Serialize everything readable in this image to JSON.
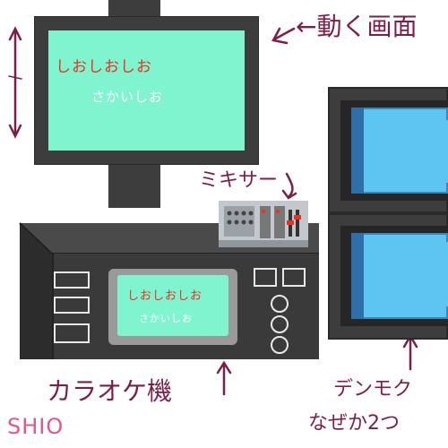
{
  "labels": {
    "moving_screen": "←動く画面",
    "mixer": "ミキサー",
    "karaoke_machine": "カラオケ機",
    "denmoku_line1": "デンモク",
    "denmoku_line2": "なぜか2つ",
    "signature": "SHIO"
  },
  "moving_screen": {
    "line1_parts": [
      "しお",
      "しお",
      "しお"
    ],
    "line2": "さかいしお"
  },
  "karaoke_screen": {
    "line1_parts": [
      "しお",
      "しお",
      "しお"
    ],
    "line2": "さかいしお"
  },
  "colors": {
    "lyric_sung": "#e8321e",
    "lyric_unsung": "#ffffff",
    "screen_bg": "#7ff4cf",
    "annotation": "#7a1f4a",
    "signature": "#e0588a",
    "denmoku_screen": "#5ec4f2"
  }
}
